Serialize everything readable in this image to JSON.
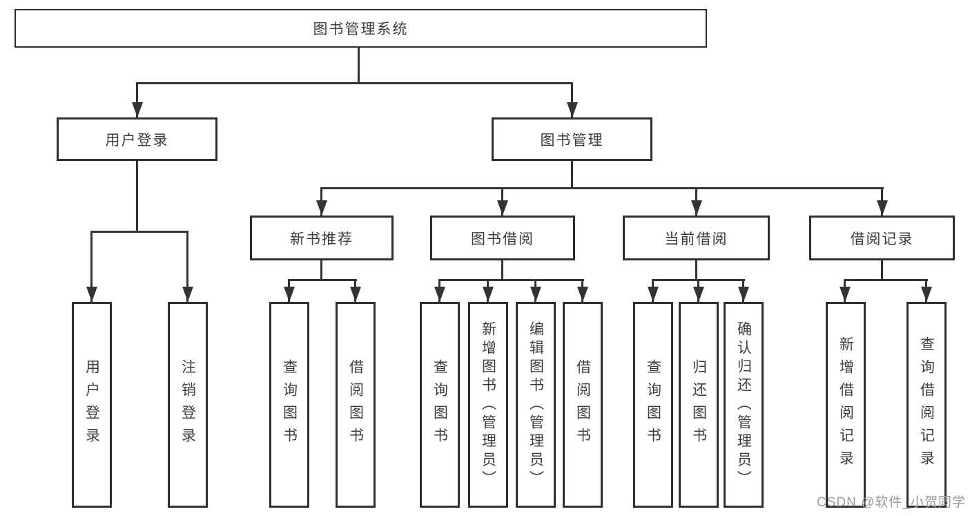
{
  "tree": {
    "label": "图书管理系统",
    "children": [
      {
        "label": "用户登录",
        "children": [
          {
            "label": "用户登录"
          },
          {
            "label": "注销登录"
          }
        ]
      },
      {
        "label": "图书管理",
        "children": [
          {
            "label": "新书推荐",
            "children": [
              {
                "label": "查询图书"
              },
              {
                "label": "借阅图书"
              }
            ]
          },
          {
            "label": "图书借阅",
            "children": [
              {
                "label": "查询图书"
              },
              {
                "label": "新增图书（管理员）"
              },
              {
                "label": "编辑图书（管理员）"
              },
              {
                "label": "借阅图书"
              }
            ]
          },
          {
            "label": "当前借阅",
            "children": [
              {
                "label": "查询图书"
              },
              {
                "label": "归还图书"
              },
              {
                "label": "确认归还（管理员）"
              }
            ]
          },
          {
            "label": "借阅记录",
            "children": [
              {
                "label": "新增借阅记录"
              },
              {
                "label": "查询借阅记录"
              }
            ]
          }
        ]
      }
    ]
  },
  "watermark": "CSDN @软件_小贺同学",
  "colors": {
    "line": "#333333",
    "border": "#2e2e2e",
    "text": "#3d3d3d",
    "watermark": "#9b9b9b",
    "background": "#ffffff"
  }
}
